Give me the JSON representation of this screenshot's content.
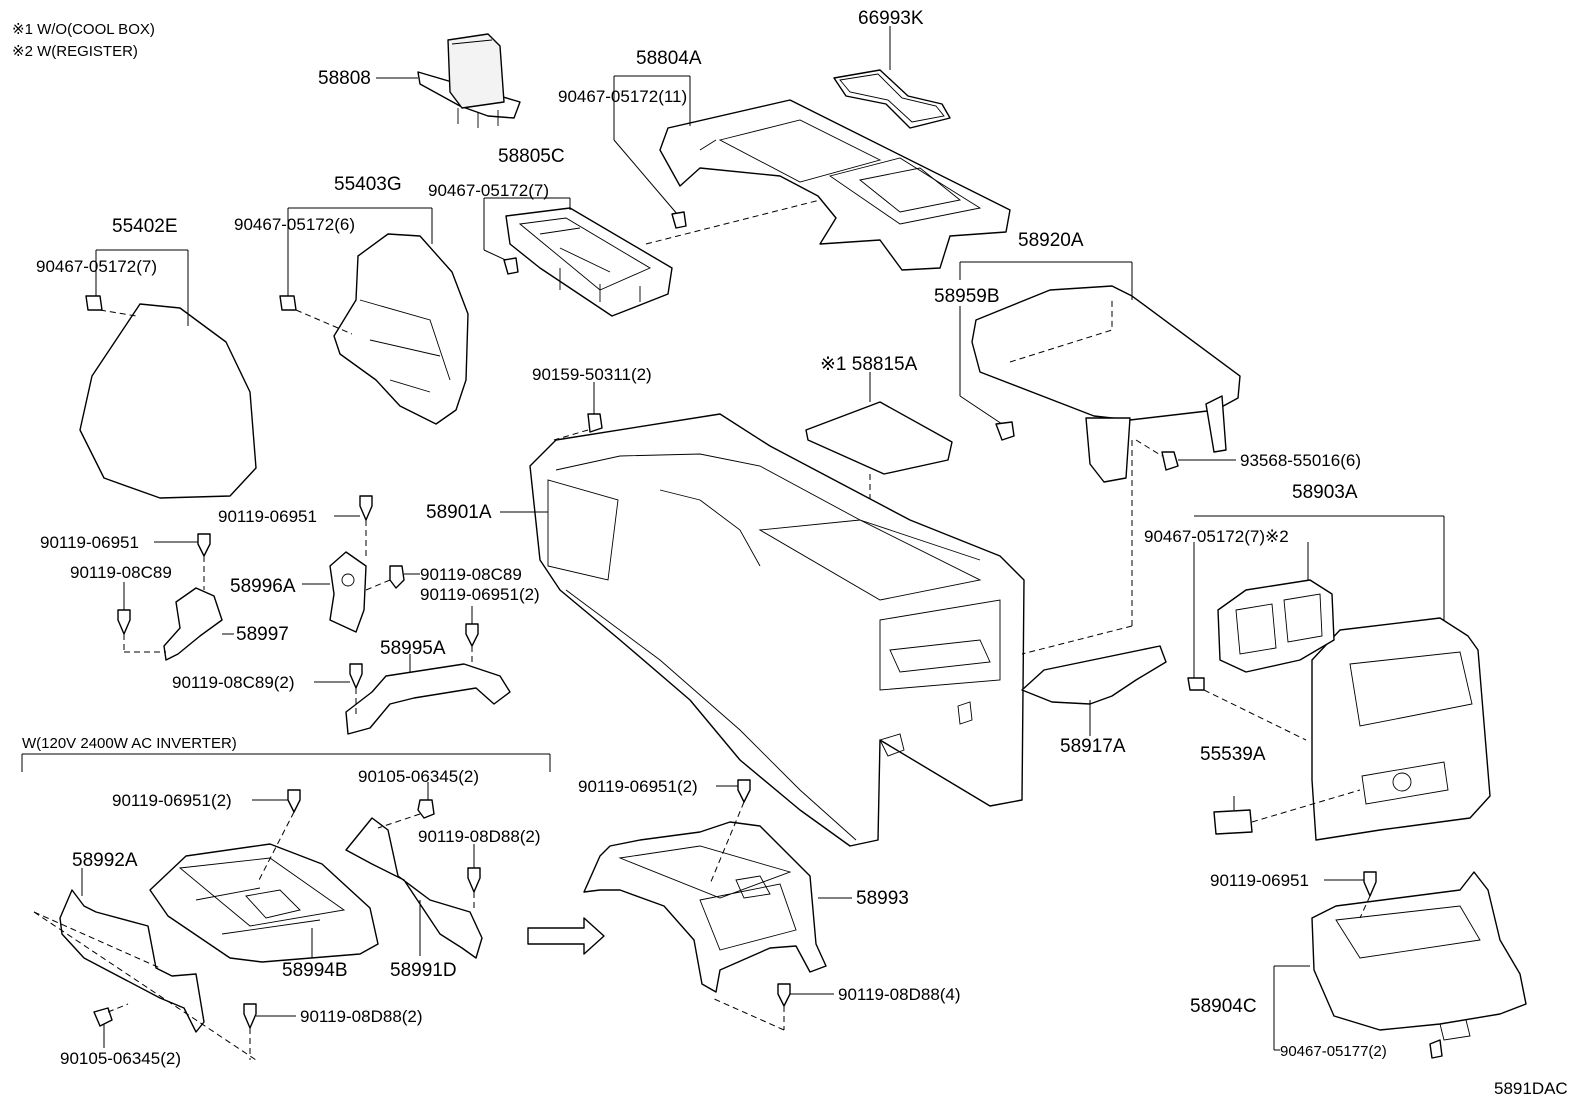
{
  "notes": {
    "note1": "※1 W/O(COOL BOX)",
    "note2": "※2 W(REGISTER)"
  },
  "group_label": "W(120V 2400W AC INVERTER)",
  "diagram_id": "5891DAC",
  "labels": {
    "p66993K": "66993K",
    "p58808": "58808",
    "p58804A": "58804A",
    "s90467_11": "90467-05172(11)",
    "p58805C": "58805C",
    "s90467_7a": "90467-05172(7)",
    "p55403G": "55403G",
    "s90467_6": "90467-05172(6)",
    "p55402E": "55402E",
    "s90467_7b": "90467-05172(7)",
    "p58920A": "58920A",
    "p58959B": "58959B",
    "s90159": "90159-50311(2)",
    "p58815A": "※1 58815A",
    "s93568": "93568-55016(6)",
    "p58901A": "58901A",
    "s90119_06951a": "90119-06951",
    "s90119_06951b": "90119-06951",
    "s90119_08C89a": "90119-08C89",
    "p58996A": "58996A",
    "s90119_08C89b": "90119-08C89",
    "s90119_06951_2a": "90119-06951(2)",
    "p58997": "58997",
    "p58995A": "58995A",
    "s90119_08C89_2": "90119-08C89(2)",
    "p58903A": "58903A",
    "s90467_7c": "90467-05172(7)※2",
    "p58917A": "58917A",
    "p55539A": "55539A",
    "s90119_06951_2b": "90119-06951(2)",
    "s90105_2a": "90105-06345(2)",
    "s90119_08D88_2a": "90119-08D88(2)",
    "p58992A": "58992A",
    "p58994B": "58994B",
    "p58991D": "58991D",
    "s90119_06951_2c": "90119-06951(2)",
    "p58993": "58993",
    "s90119_08D88_4": "90119-08D88(4)",
    "s90119_08D88_2b": "90119-08D88(2)",
    "s90105_2b": "90105-06345(2)",
    "s90119_06951c": "90119-06951",
    "p58904C": "58904C",
    "s90467_05177": "90467-05177(2)"
  }
}
